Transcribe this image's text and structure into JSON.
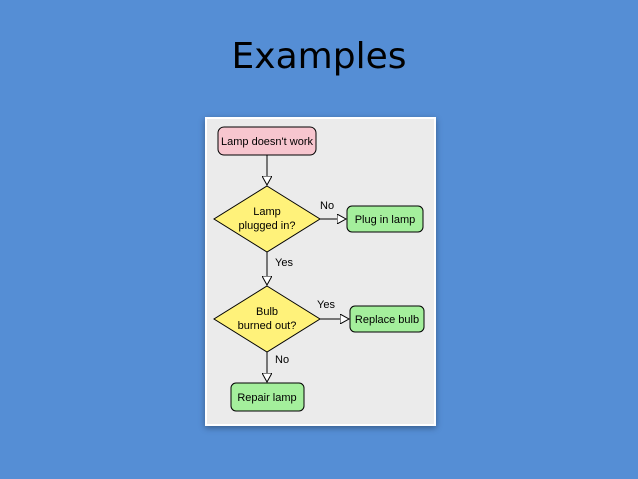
{
  "slide": {
    "title": "Examples"
  },
  "flowchart": {
    "nodes": {
      "start": "Lamp doesn't work",
      "decision1_line1": "Lamp",
      "decision1_line2": "plugged in?",
      "plug_in": "Plug in lamp",
      "decision2_line1": "Bulb",
      "decision2_line2": "burned out?",
      "replace": "Replace bulb",
      "repair": "Repair lamp"
    },
    "edges": {
      "d1_right": "No",
      "d1_down": "Yes",
      "d2_right": "Yes",
      "d2_down": "No"
    },
    "colors": {
      "start_fill": "#f7c6cf",
      "decision_fill": "#fff27a",
      "action_fill": "#a4ef9c",
      "card_bg": "#ebebeb",
      "slide_bg": "#558ed5"
    }
  }
}
